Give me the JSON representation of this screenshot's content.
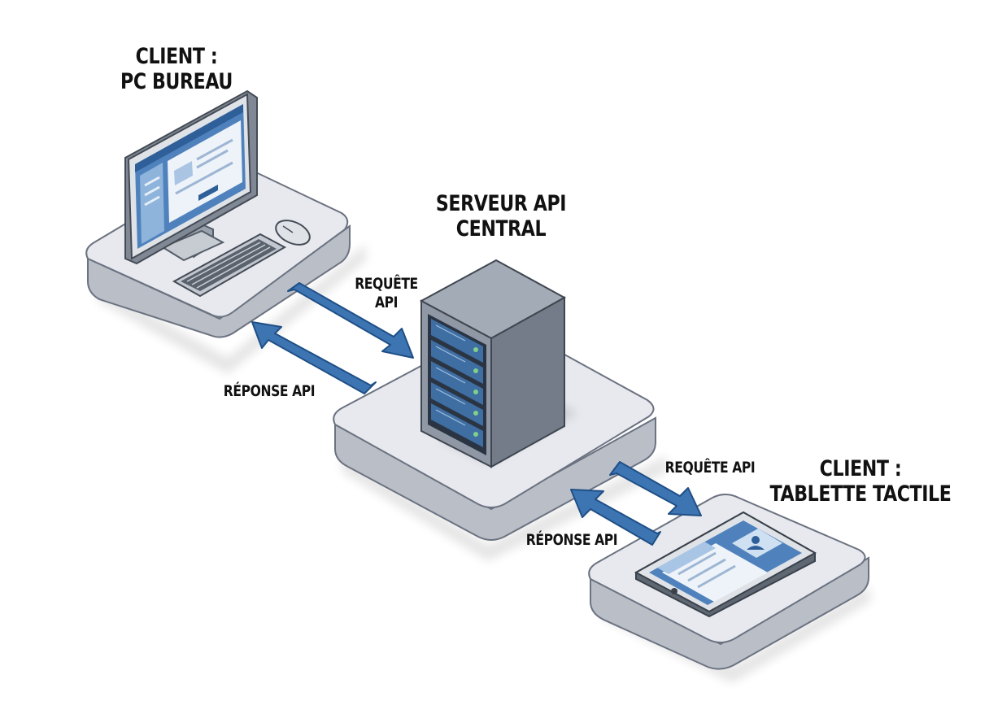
{
  "nodes": {
    "pc": {
      "line1": "CLIENT :",
      "line2": "PC BUREAU"
    },
    "server": {
      "line1": "SERVEUR API",
      "line2": "CENTRAL"
    },
    "tablet": {
      "line1": "CLIENT :",
      "line2": "TABLETTE TACTILE"
    }
  },
  "edges": {
    "pc_request": {
      "line1": "REQUÊTE",
      "line2": "API"
    },
    "pc_response": {
      "text": "RÉPONSE API"
    },
    "tablet_request": {
      "text": "REQUÊTE API"
    },
    "tablet_response": {
      "text": "RÉPONSE API"
    }
  },
  "colors": {
    "arrow": "#3d75b3",
    "arrow_edge": "#1f4f86",
    "platform_top": "#e6e8ed",
    "platform_side": "#b8bdc6",
    "server_front": "#8f98a4",
    "server_side": "#6f7884",
    "screen": "#4f82bd",
    "led": "#7fd08a"
  }
}
